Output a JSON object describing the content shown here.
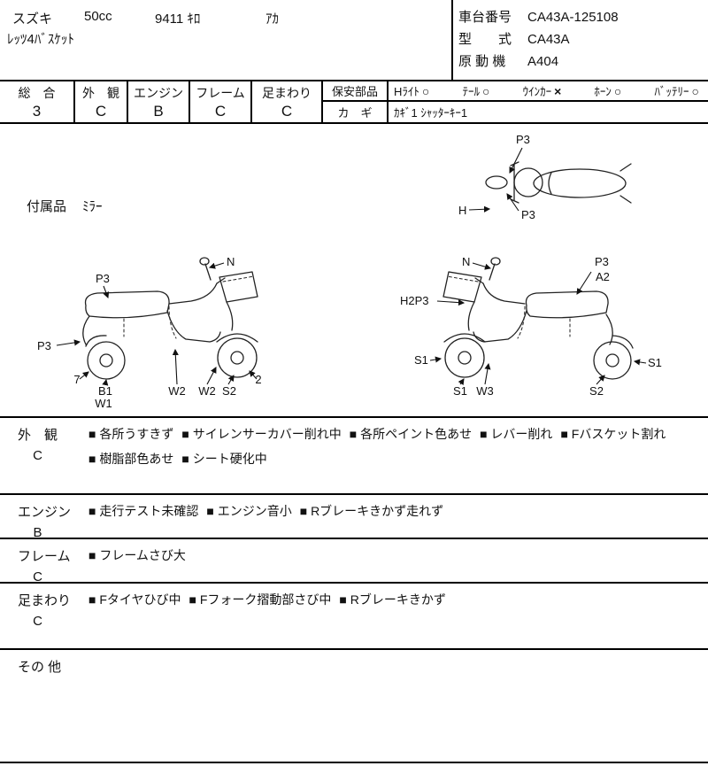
{
  "header": {
    "maker": "スズキ",
    "displacement": "50cc",
    "mileage": "9411 ｷﾛ",
    "color": "ｱｶ",
    "model_name": "ﾚｯﾂ4ﾊﾞｽｹｯﾄ",
    "chassis_label": "車台番号",
    "chassis_number": "CA43A-125108",
    "type_label": "型　　式",
    "type_value": "CA43A",
    "engine_label": "原 動 機",
    "engine_value": "A404"
  },
  "ratings": {
    "cells": [
      {
        "label": "総　合",
        "value": "3"
      },
      {
        "label": "外　観",
        "value": "C"
      },
      {
        "label": "エンジン",
        "value": "B"
      },
      {
        "label": "フレーム",
        "value": "C"
      },
      {
        "label": "足まわり",
        "value": "C"
      }
    ],
    "safety": {
      "label": "保安部品",
      "items": [
        {
          "name": "Hﾗｲﾄ",
          "status": "○"
        },
        {
          "name": "ﾃｰﾙ",
          "status": "○"
        },
        {
          "name": "ｳｲﾝｶｰ",
          "status": "×"
        },
        {
          "name": "ﾎｰﾝ",
          "status": "○"
        },
        {
          "name": "ﾊﾞｯﾃﾘｰ",
          "status": "○"
        }
      ]
    },
    "key": {
      "label": "カ　ギ",
      "value": "ｶｷﾞ1 ｼｬｯﾀｰｷｰ1"
    }
  },
  "accessories": {
    "label": "付属品",
    "value": "ﾐﾗｰ"
  },
  "diagram": {
    "top_view": {
      "p3_top": "P3",
      "h": "H",
      "p3_front": "P3"
    },
    "left_view": {
      "p3_seat": "P3",
      "n_front": "N",
      "p3_rear": "P3",
      "num7": "7",
      "b1": "B1",
      "w1": "W1",
      "w2_center": "W2",
      "w2_front": "W2",
      "s2_front": "S2",
      "num2": "2"
    },
    "right_view": {
      "n_front": "N",
      "p3_rear": "P3",
      "a2_rear": "A2",
      "h2p3": "H2P3",
      "s1_front_side": "S1",
      "s1_rear_side": "S1",
      "s1_front_bottom": "S1",
      "w3": "W3",
      "s2_rear": "S2"
    }
  },
  "comments": {
    "bullet": "■",
    "rows": [
      {
        "label": "外　観",
        "grade": "C",
        "lines": [
          [
            "各所うすきず",
            "サイレンサーカバー削れ中",
            "各所ペイント色あせ",
            "レバー削れ",
            "Fバスケット割れ"
          ],
          [
            "樹脂部色あせ",
            "シート硬化中"
          ]
        ]
      },
      {
        "label": "エンジン",
        "grade": "B",
        "lines": [
          [
            "走行テスト未確認",
            "エンジン音小",
            "Rブレーキきかず走れず"
          ]
        ]
      },
      {
        "label": "フレーム",
        "grade": "C",
        "lines": [
          [
            "フレームさび大"
          ]
        ]
      },
      {
        "label": "足まわり",
        "grade": "C",
        "lines": [
          [
            "Fタイヤひび中",
            "Fフォーク摺動部さび中",
            "Rブレーキきかず"
          ]
        ]
      },
      {
        "label": "その 他",
        "grade": "",
        "lines": []
      }
    ]
  }
}
